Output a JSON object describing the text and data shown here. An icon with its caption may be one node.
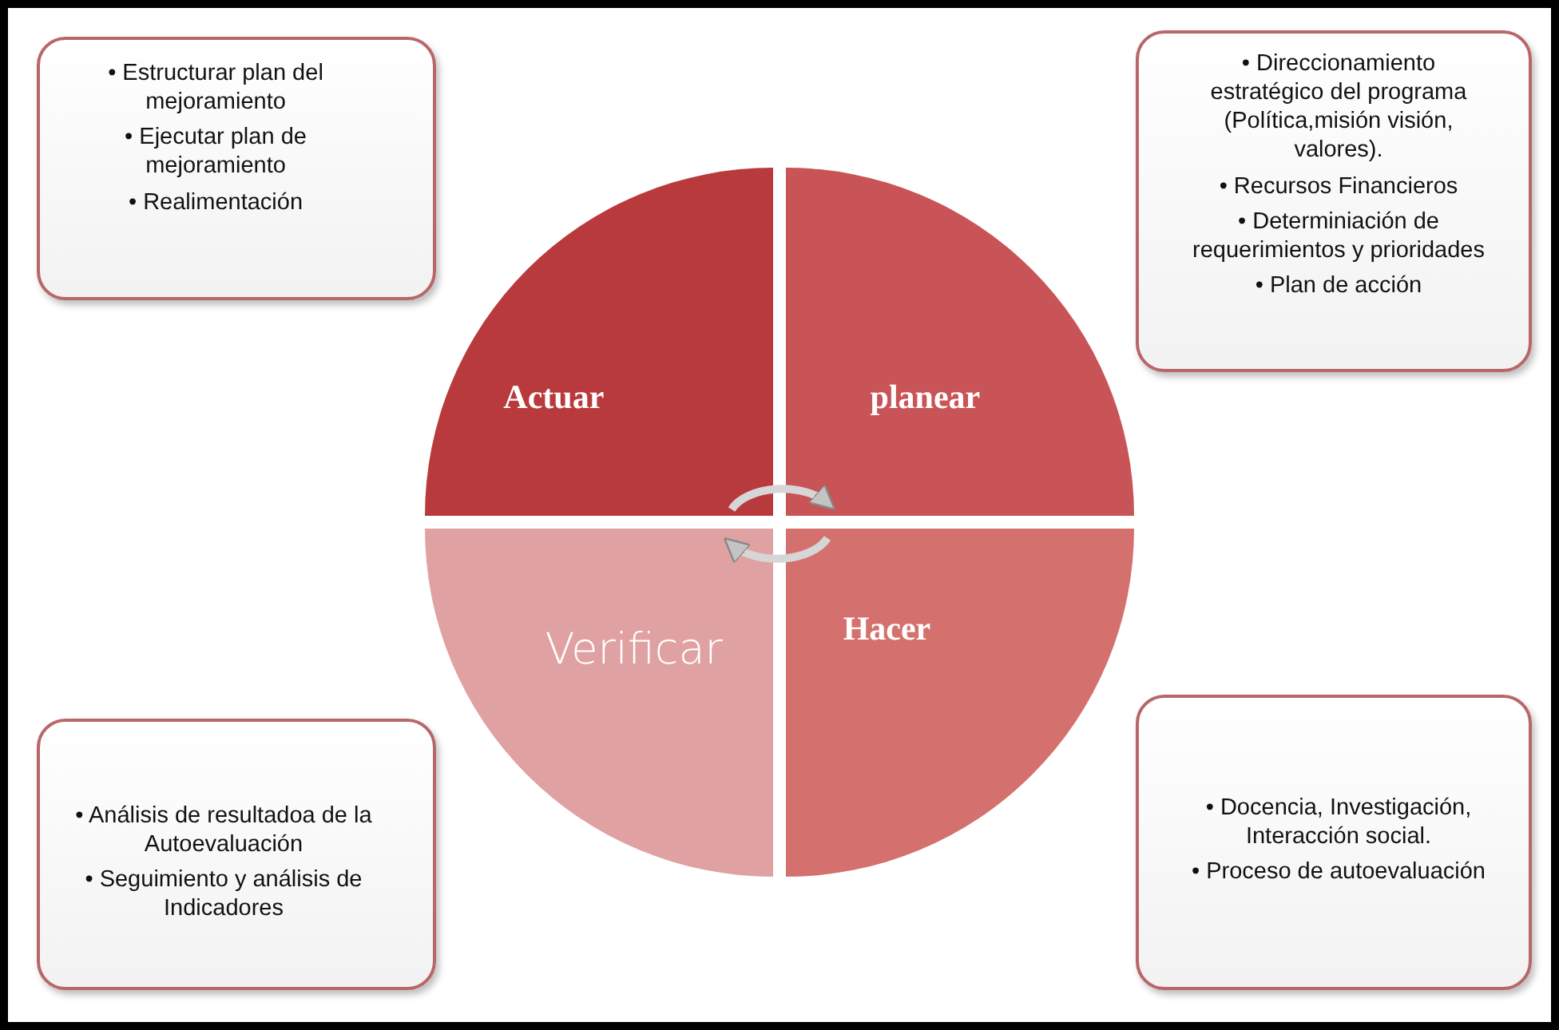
{
  "diagram": {
    "nodes": [
      {
        "text": [
          "• Estructurar plan del mejoramiento",
          "• Ejecutar plan de mejoramiento",
          "• Realimentación"
        ]
      },
      {
        "text": [
          "• Direccionamiento estratégico del programa (Política,misión visión, valores).",
          "• Recursos Financieros",
          "• Determiniación de requerimientos y prioridades",
          "• Plan de acción"
        ]
      },
      {
        "text": [
          "Actuar"
        ]
      },
      {
        "text": [
          "planear"
        ]
      },
      {
        "text": [
          "Verificar"
        ]
      },
      {
        "text": [
          "Hacer"
        ]
      },
      {
        "text": [
          "• Análisis de resultadoa de la Autoevaluación",
          "• Seguimiento y análisis de Indicadores"
        ]
      },
      {
        "text": [
          "• Docencia, Investigación, Interacción social.",
          "• Proceso de autoevaluación"
        ]
      }
    ],
    "edges": [
      {
        "from": 2,
        "to": 3,
        "arrow": "to"
      },
      {
        "from": 5,
        "to": 4,
        "arrow": "to"
      }
    ]
  }
}
